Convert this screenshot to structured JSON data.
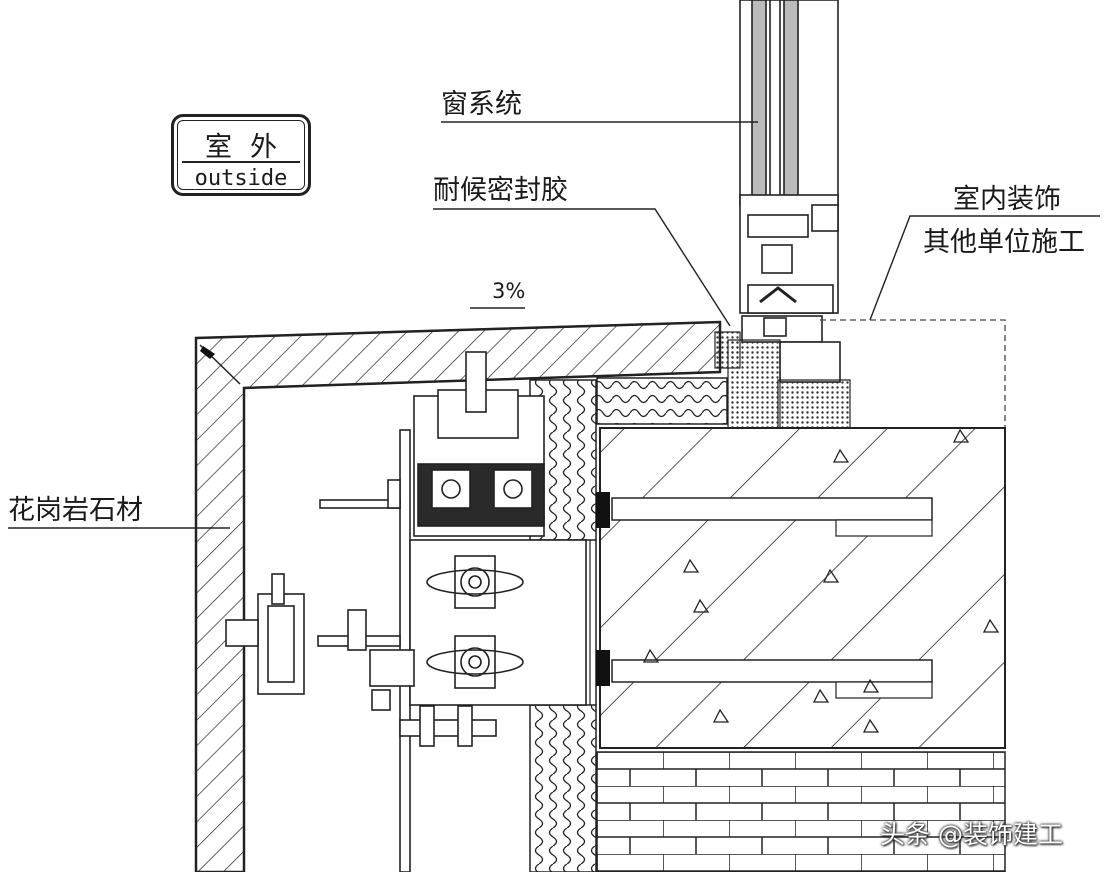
{
  "labels": {
    "window_system": "窗系统",
    "sealant": "耐候密封胶",
    "interior_line1": "室内装饰",
    "interior_line2": "其他单位施工",
    "granite": "花岗岩石材",
    "slope": "3%"
  },
  "badge": {
    "zh": "室外",
    "en": "outside"
  },
  "watermark": "头条 @装饰建工",
  "colors": {
    "line": "#222222",
    "background": "#ffffff",
    "insulation_fill": "#ffffff",
    "dark_block": "#2a2a2a"
  }
}
